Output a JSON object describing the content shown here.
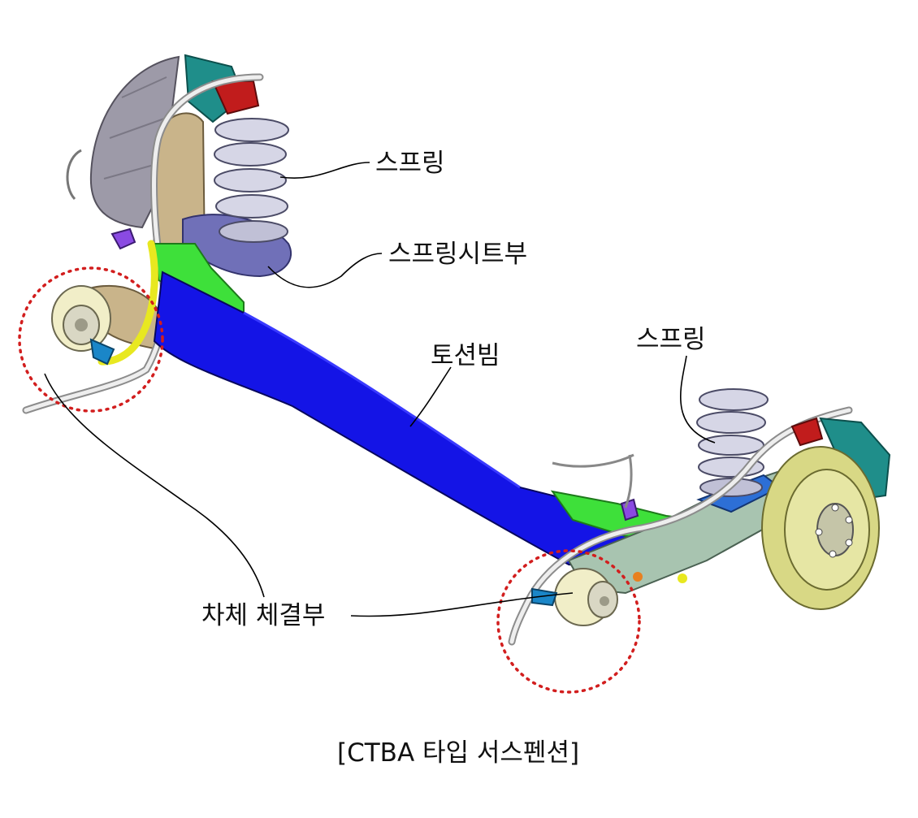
{
  "labels": {
    "spring_top": "스프링",
    "spring_seat": "스프링시트부",
    "spring_right": "스프링",
    "torsion_beam": "토션빔",
    "body_mount": "차체 체결부"
  },
  "caption": "[CTBA 타입 서스펜션]",
  "colors": {
    "beam": "#1414e6",
    "bracket": "#3ee03a",
    "spring": "#c9c9dc",
    "arm": "#a8c4b0",
    "disc": "#e2e28c",
    "caliper": "#1f8e8a",
    "bushing": "#f1eec8",
    "ring": "#d21e1e"
  }
}
